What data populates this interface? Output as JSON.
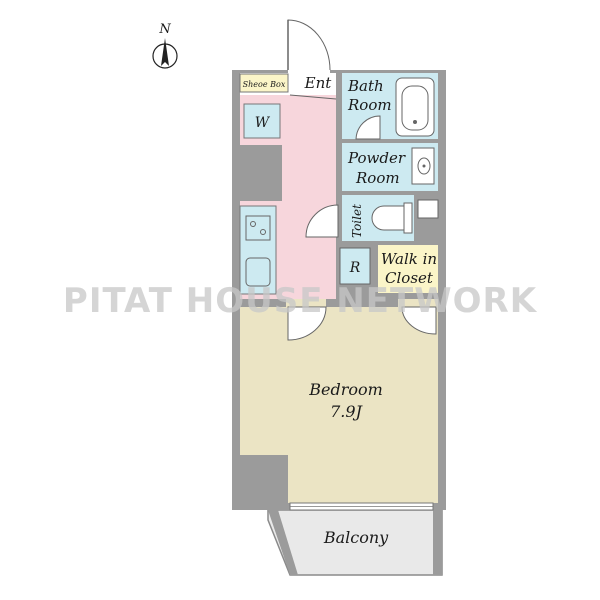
{
  "compass": {
    "label": "N"
  },
  "rooms": {
    "entrance": "Ent",
    "shoe_box": "Sheoe Box",
    "washer": "W",
    "bath_line1": "Bath",
    "bath_line2": "Room",
    "powder_line1": "Powder",
    "powder_line2": "Room",
    "toilet": "Toilet",
    "fridge": "R",
    "closet_line1": "Walk in",
    "closet_line2": "Closet",
    "bedroom": "Bedroom",
    "bedroom_size": "7.9J",
    "balcony": "Balcony"
  },
  "watermark": "PITAT HOUSE NETWORK",
  "colors": {
    "wall": "#9b9b9b",
    "kitchen_corridor": "#f7d6dc",
    "wet_rooms": "#cdeaf1",
    "closet": "#fbf5c8",
    "bedroom": "#ebe4c4",
    "balcony": "#e9e9e9"
  }
}
